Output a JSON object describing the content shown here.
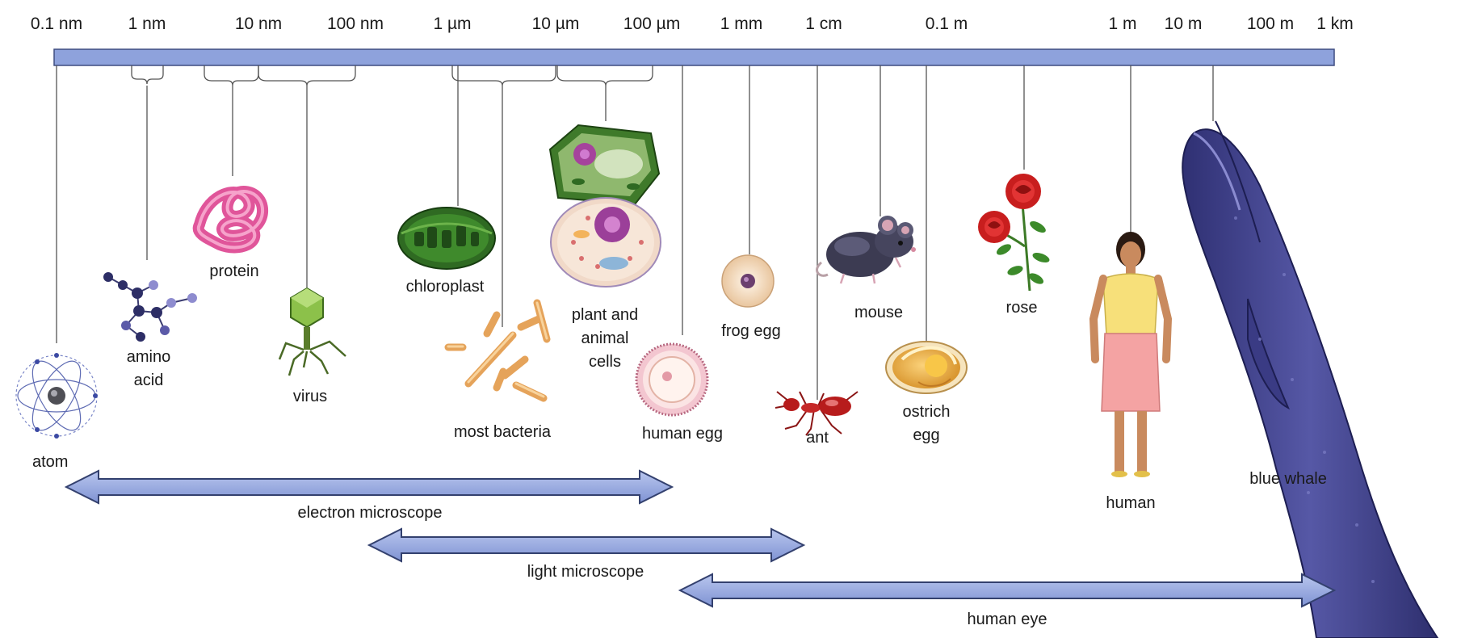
{
  "scale": {
    "bar_color": "#8ea2dc",
    "ticks": [
      {
        "id": "t01nm",
        "label": "0.1 nm"
      },
      {
        "id": "t1nm",
        "label": "1 nm"
      },
      {
        "id": "t10nm",
        "label": "10 nm"
      },
      {
        "id": "t100nm",
        "label": "100 nm"
      },
      {
        "id": "t1um",
        "label": "1 µm"
      },
      {
        "id": "t10um",
        "label": "10 µm"
      },
      {
        "id": "t100um",
        "label": "100 µm"
      },
      {
        "id": "t1mm",
        "label": "1 mm"
      },
      {
        "id": "t1cm",
        "label": "1 cm"
      },
      {
        "id": "t01m",
        "label": "0.1 m"
      },
      {
        "id": "t1m",
        "label": "1 m"
      },
      {
        "id": "t10m",
        "label": "10 m"
      },
      {
        "id": "t100m",
        "label": "100 m"
      },
      {
        "id": "t1km",
        "label": "1 km"
      }
    ]
  },
  "items": [
    {
      "id": "atom",
      "label": [
        "atom"
      ],
      "icon": "atom-icon"
    },
    {
      "id": "amino-acid",
      "label": [
        "amino",
        "acid"
      ],
      "icon": "molecule-icon"
    },
    {
      "id": "protein",
      "label": [
        "protein"
      ],
      "icon": "protein-icon"
    },
    {
      "id": "virus",
      "label": [
        "virus"
      ],
      "icon": "virus-icon"
    },
    {
      "id": "chloroplast",
      "label": [
        "chloroplast"
      ],
      "icon": "chloroplast-icon"
    },
    {
      "id": "most-bacteria",
      "label": [
        "most bacteria"
      ],
      "icon": "bacteria-icon"
    },
    {
      "id": "cells",
      "label": [
        "plant and",
        "animal",
        "cells"
      ],
      "icon": "cell-icon"
    },
    {
      "id": "human-egg",
      "label": [
        "human egg"
      ],
      "icon": "human-egg-icon"
    },
    {
      "id": "frog-egg",
      "label": [
        "frog egg"
      ],
      "icon": "frog-egg-icon"
    },
    {
      "id": "ant",
      "label": [
        "ant"
      ],
      "icon": "ant-icon"
    },
    {
      "id": "mouse",
      "label": [
        "mouse"
      ],
      "icon": "mouse-icon"
    },
    {
      "id": "ostrich-egg",
      "label": [
        "ostrich",
        "egg"
      ],
      "icon": "ostrich-egg-icon"
    },
    {
      "id": "rose",
      "label": [
        "rose"
      ],
      "icon": "rose-icon"
    },
    {
      "id": "human",
      "label": [
        "human"
      ],
      "icon": "human-icon"
    },
    {
      "id": "blue-whale",
      "label": [
        "blue whale"
      ],
      "icon": "whale-icon"
    }
  ],
  "ranges": [
    {
      "id": "electron",
      "label": "electron microscope",
      "from": "0.1 nm",
      "to": "100 µm"
    },
    {
      "id": "light",
      "label": "light microscope",
      "from": "100 nm",
      "to": "1 cm"
    },
    {
      "id": "eye",
      "label": "human eye",
      "from": "100 µm",
      "to": "1 km"
    }
  ],
  "colors": {
    "arrow_fill": "#8ea2dc",
    "arrow_stroke": "#33406e",
    "whale": "#3e3f86",
    "protein": "#e0559a",
    "chloroplast": "#2f6a22",
    "rose": "#d42424"
  }
}
